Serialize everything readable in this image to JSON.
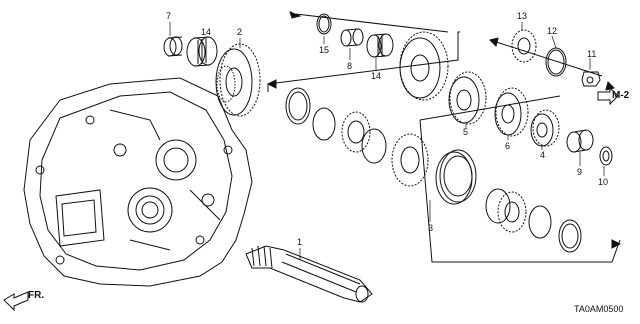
{
  "diagram": {
    "part_numbers": [
      "1",
      "2",
      "3",
      "4",
      "5",
      "6",
      "7",
      "8",
      "9",
      "10",
      "11",
      "12",
      "13",
      "14",
      "14",
      "15"
    ],
    "reference_label": "M-2",
    "diagram_code": "TA0AM0500",
    "direction_label": "FR."
  }
}
